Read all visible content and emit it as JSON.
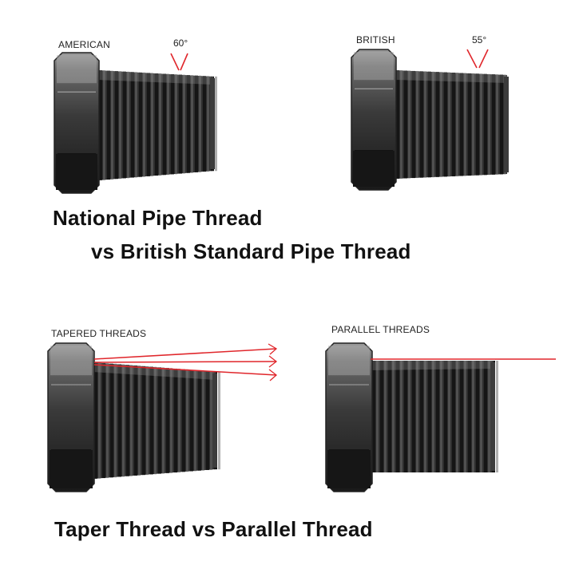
{
  "top_left": {
    "label": "AMERICAN",
    "angle": "60°"
  },
  "top_right": {
    "label": "BRITISH",
    "angle": "55°"
  },
  "title_top": {
    "line1": "National Pipe Thread",
    "line2": "vs British Standard Pipe Thread"
  },
  "bottom_left": {
    "label": "TAPERED THREADS"
  },
  "bottom_right": {
    "label": "PARALLEL THREADS"
  },
  "title_bottom": "Taper Thread vs Parallel Thread",
  "colors": {
    "metal_dark": "#2b2b2b",
    "metal_mid": "#555555",
    "metal_light": "#9a9a9a",
    "red_line": "#e0262b"
  }
}
